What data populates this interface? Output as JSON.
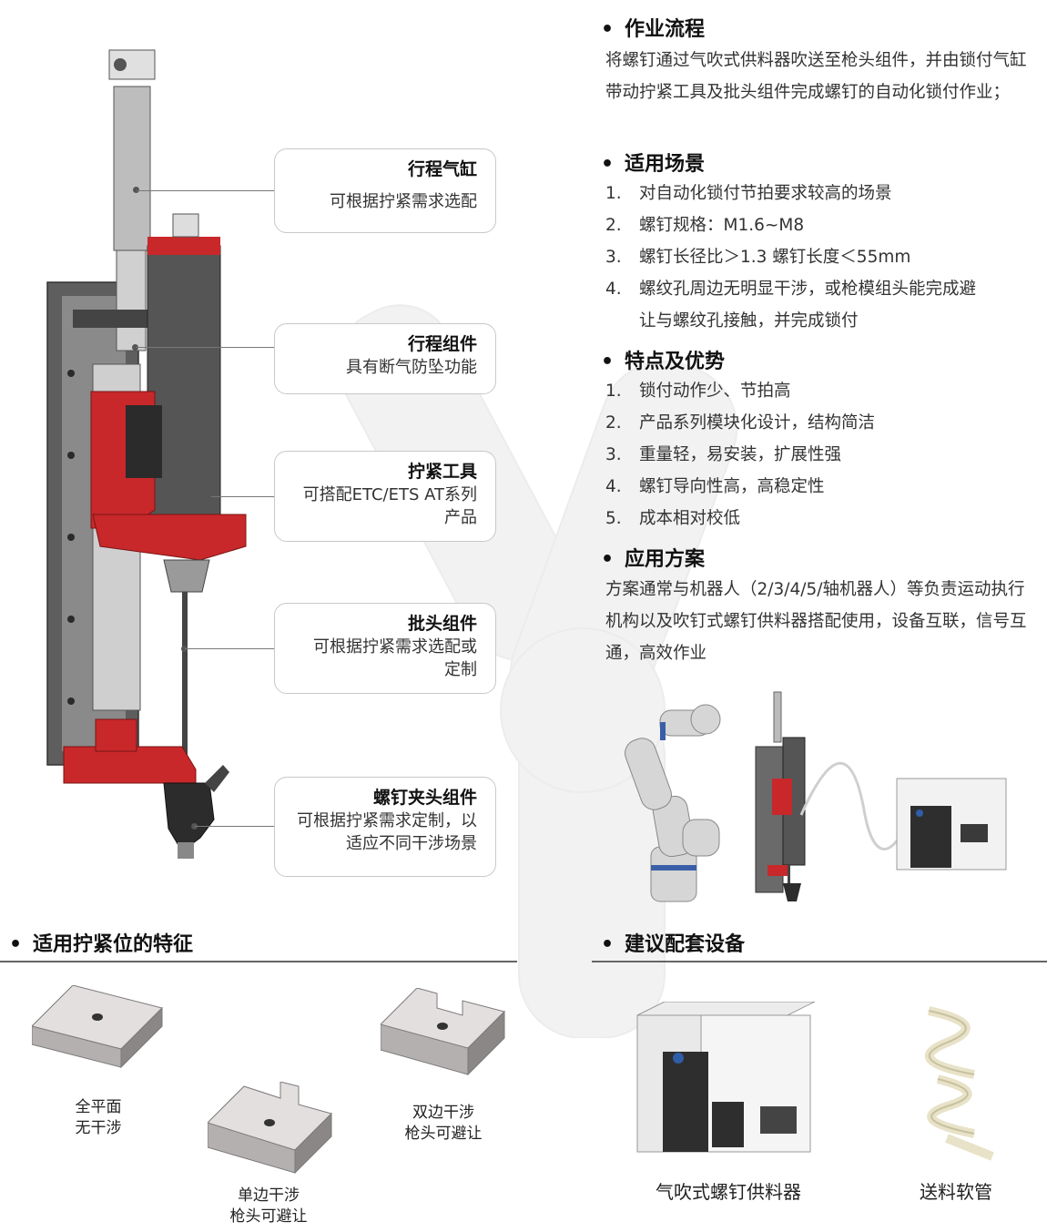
{
  "callouts": [
    {
      "title": "行程气缸",
      "desc": "可根据拧紧需求选配"
    },
    {
      "title": "行程组件",
      "desc": "具有断气防坠功能"
    },
    {
      "title": "拧紧工具",
      "desc": "可搭配ETC/ETS AT系列产品"
    },
    {
      "title": "批头组件",
      "desc": "可根据拧紧需求选配或定制"
    },
    {
      "title": "螺钉夹头组件",
      "desc": "可根据拧紧需求定制，以适应不同干涉场景"
    }
  ],
  "process": {
    "heading": "作业流程",
    "text": "将螺钉通过气吹式供料器吹送至枪头组件，并由锁付气缸带动拧紧工具及批头组件完成螺钉的自动化锁付作业；"
  },
  "scenarios": {
    "heading": "适用场景",
    "items": [
      "对自动化锁付节拍要求较高的场景",
      "螺钉规格：M1.6~M8",
      "螺钉长径比＞1.3  螺钉长度＜55mm",
      "螺纹孔周边无明显干涉，或枪模组头能完成避",
      "让与螺纹孔接触，并完成锁付"
    ]
  },
  "features": {
    "heading": "特点及优势",
    "items": [
      "锁付动作少、节拍高",
      "产品系列模块化设计，结构简洁",
      "重量轻，易安装，扩展性强",
      "螺钉导向性高，高稳定性",
      "成本相对校低"
    ]
  },
  "application": {
    "heading": "应用方案",
    "text": "方案通常与机器人（2/3/4/5/轴机器人）等负责运动执行机构以及吹钉式螺钉供料器搭配使用，设备互联，信号互通，高效作业"
  },
  "position_features": {
    "heading": "适用拧紧位的特征",
    "blocks": [
      {
        "line1": "全平面",
        "line2": "无干涉"
      },
      {
        "line1": "单边干涉",
        "line2": "枪头可避让"
      },
      {
        "line1": "双边干涉",
        "line2": "枪头可避让"
      }
    ]
  },
  "equipment": {
    "heading": "建议配套设备",
    "items": [
      "气吹式螺钉供料器",
      "送料软管"
    ]
  },
  "numbers": [
    "1.",
    "2.",
    "3.",
    "4.",
    "5."
  ],
  "bullet": "•",
  "colors": {
    "accent_red": "#c8282a",
    "frame_gray": "#6e6e6e",
    "callout_border": "#c8c8c8"
  }
}
